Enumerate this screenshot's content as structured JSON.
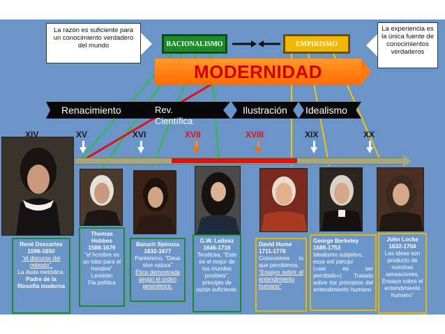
{
  "callouts": {
    "left": "La razón es suficiente para un conocimiento verdadero del mundo",
    "right": "La experiencia es la única fuente de conocimientos verdaderos"
  },
  "schools": {
    "rationalism": "RACIONALISMO",
    "empiricism": "EMPIRISMO"
  },
  "banner": "MODERNIDAD",
  "periods": [
    "Renacimiento",
    "Rev. Científica",
    "Ilustración",
    "Idealismo"
  ],
  "centuries": [
    "XIV",
    "XV",
    "XVI",
    "XVII",
    "XVIII",
    "XIX",
    "XX"
  ],
  "colors": {
    "rationalism": "#1e8a2a",
    "empiricism": "#f2b705",
    "banner_text": "#d00000",
    "highlight_century": "#e31010"
  },
  "philosophers": [
    {
      "name": "René Descartes",
      "years": "1596-1650",
      "lines": [
        "“el discurso del método”,",
        "La duda metódica.",
        "Padre de la filosofía moderna"
      ]
    },
    {
      "name": "Thomas Hobbes",
      "years": "1588-1679",
      "lines": [
        "“el hombre es un lobo para el hombre”",
        "Leviatán",
        "Fia.política"
      ]
    },
    {
      "name": "Baruch Spinoza",
      "years": "1632-1677",
      "lines": [
        "Panteísmo, “Deus sive natura”",
        "Ética demostrada según el orden geométrico."
      ]
    },
    {
      "name": "G.W. Leibniz",
      "years": "1646-1716",
      "lines": [
        "Teodicea, “Este es el mejor de los mundos posibles”, principio de razón suficiente."
      ]
    },
    {
      "name": "David Hume",
      "years": "1711-1776",
      "lines": [
        "Conocemos lo que percibimos,",
        "“Ensayo sobre el entendimiento humano”"
      ]
    },
    {
      "name": "George Berkeley",
      "years": "1685-1753",
      "lines": [
        "Idealismo subjetivo,",
        "esse est percipi",
        "(«ser es ser percibido»). Tratado sobre los principios del entendimiento humano"
      ]
    },
    {
      "name": "John Locke",
      "years": "1632-1704",
      "lines": [
        "Las ideas son producto de nuestras sensaciones, Ensayo sobre el entendimiento humano”"
      ]
    }
  ]
}
